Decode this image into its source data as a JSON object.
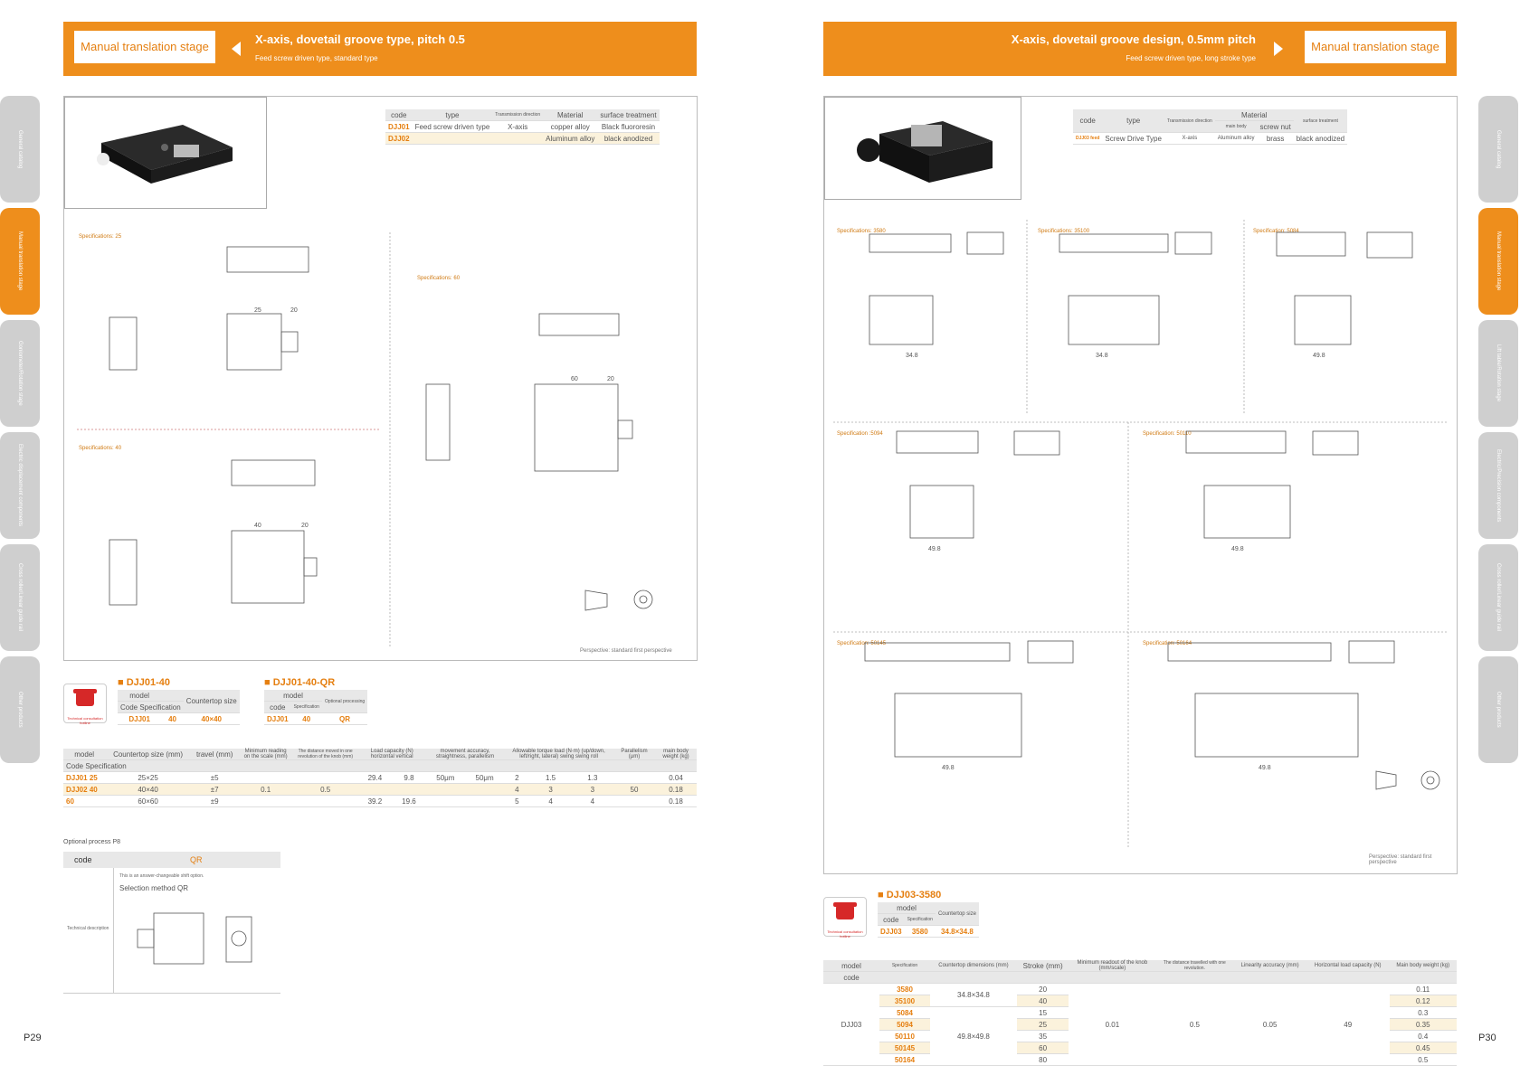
{
  "left": {
    "banner_box": "Manual translation stage",
    "banner_title": "X-axis, dovetail groove type, pitch 0.5",
    "banner_sub": "Feed screw driven type, standard type",
    "info_table": {
      "headers": [
        "code",
        "type",
        "Transmission direction",
        "Material",
        "surface treatment"
      ],
      "rows": [
        [
          "DJJ01",
          "Feed screw driven type",
          "X-axis",
          "copper alloy",
          "Black fluororesin"
        ],
        [
          "DJJ02",
          "",
          "",
          "Aluminum alloy",
          "black anodized"
        ]
      ]
    },
    "spec_labels": [
      "Specifications: 25",
      "Specifications: 40",
      "Specifications: 60"
    ],
    "perspective_note": "Perspective: standard first perspective",
    "model1": {
      "title": "DJJ01-40",
      "model_label": "model",
      "h1": "Code Specification",
      "h2": "Countertop size",
      "row": [
        "DJJ01",
        "40",
        "40×40"
      ]
    },
    "model2": {
      "title": "DJJ01-40-QR",
      "model_label": "model",
      "h1": "code",
      "h1b": "Specification",
      "h2": "Optional processing",
      "row": [
        "DJJ01",
        "40",
        "QR"
      ]
    },
    "phone_note": "Technical consultation hotline",
    "main_table": {
      "h_model": "model",
      "h_code": "Code Specification",
      "h_countertop": "Countertop size (mm)",
      "h_travel": "travel (mm)",
      "h_min": "Minimum reading on the scale (mm)",
      "h_dist": "The distance moved in one revolution of the knob (mm)",
      "h_load": "Load capacity (N) horizontal vertical",
      "h_acc": "movement accuracy, straightness, parallelism",
      "h_torque": "Allowable torque load (N·m) (up/down, left/right, lateral) swing swing roll",
      "h_par": "Parallelism (μm)",
      "h_weight": "main body weight (kg)",
      "codes": [
        "DJJ01",
        "DJJ02"
      ],
      "rows": [
        [
          "25",
          "25×25",
          "±5",
          "",
          "",
          "29.4",
          "9.8",
          "50μm",
          "50μm",
          "2",
          "1.5",
          "1.3",
          "",
          "0.04"
        ],
        [
          "40",
          "40×40",
          "±7",
          "0.1",
          "0.5",
          "",
          "",
          "",
          "",
          "4",
          "3",
          "3",
          "50",
          "0.18"
        ],
        [
          "60",
          "60×60",
          "±9",
          "",
          "",
          "39.2",
          "19.6",
          "",
          "",
          "5",
          "4",
          "4",
          "",
          "0.18"
        ]
      ]
    },
    "optional_label": "Optional process P8",
    "opt_table": {
      "h_code": "code",
      "h_qr": "QR",
      "note": "This is an answer-changeable shift option.",
      "method": "Selection method QR",
      "row_label": "Technical description"
    },
    "page_num": "P29"
  },
  "right": {
    "banner_box": "Manual translation stage",
    "banner_title": "X-axis, dovetail groove design, 0.5mm pitch",
    "banner_sub": "Feed screw driven type, long stroke type",
    "info_table": {
      "headers": [
        "code",
        "type",
        "Transmission direction",
        "main body",
        "screw nut",
        "surface treatment"
      ],
      "material_label": "Material",
      "row": [
        "DJJ03 feed",
        "Screw Drive Type",
        "X-axis",
        "Aluminum alloy",
        "brass",
        "black anodized"
      ]
    },
    "spec_labels": [
      "Specifications: 3580",
      "Specifications: 35100",
      "Specification: 5084",
      "Specification :5094",
      "Specification: 50110",
      "Specification: 50145",
      "Specification: 50164"
    ],
    "perspective_note": "Perspective: standard first perspective",
    "model1": {
      "title": "DJJ03-3580",
      "model_label": "model",
      "h1": "code",
      "h1b": "Specification",
      "h2": "Countertop size",
      "row": [
        "DJJ03",
        "3580",
        "34.8×34.8"
      ]
    },
    "phone_note": "Technical consultation hotline",
    "main_table": {
      "h_model": "model",
      "h_code": "code",
      "h_spec": "Specification",
      "h_countertop": "Countertop dimensions (mm)",
      "h_stroke": "Stroke (mm)",
      "h_min": "Minimum readout of the knob (mm/scale)",
      "h_dist": "The distance travelled with one revolution.",
      "h_lin": "Linearity accuracy (mm)",
      "h_load": "Horizontal load capacity (N)",
      "h_weight": "Main body weight (kg)",
      "code": "DJJ03",
      "specs": [
        "3580",
        "35100",
        "5084",
        "5094",
        "50110",
        "50145",
        "50164"
      ],
      "countertop": [
        "34.8×34.8",
        "49.8×49.8"
      ],
      "strokes": [
        "20",
        "40",
        "15",
        "25",
        "35",
        "60",
        "80"
      ],
      "min": "0.01",
      "dist": "0.5",
      "lin": "0.05",
      "load": "49",
      "weights": [
        "0.11",
        "0.12",
        "0.3",
        "0.35",
        "0.4",
        "0.45",
        "0.5"
      ]
    },
    "page_num": "P30"
  },
  "side_tabs": {
    "left": [
      "General catalog",
      "Manual translation stage",
      "Goniometer/Rotation stage",
      "Electric displacement components",
      "Cross roller/Linear guide rail",
      "Other products"
    ],
    "right": [
      "General catalog",
      "Manual translation stage",
      "Lift table/Rotation stage",
      "Electric/Precision components",
      "Cross roller/Linear guide rail",
      "Other products"
    ]
  },
  "colors": {
    "accent": "#ee8e1c",
    "accent_dark": "#e57f10",
    "tab_gray": "#cfcfcf"
  }
}
